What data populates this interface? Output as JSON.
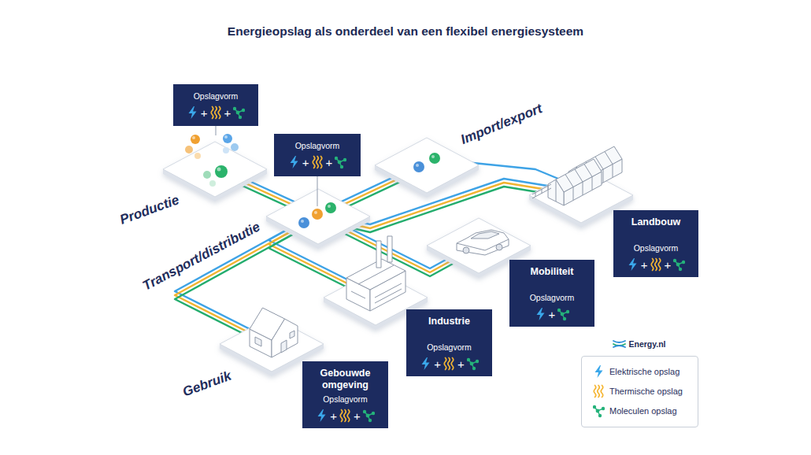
{
  "diagram": {
    "title": "Energieopslag als onderdeel van een flexibel energiesysteem",
    "nodes": [
      {
        "text": [
          "Opslagvorm",
          "+",
          "+"
        ]
      },
      {
        "text": [
          "Opslagvorm",
          "+",
          "+"
        ]
      },
      {
        "text": [
          "Landbouw",
          "Opslagvorm",
          "+",
          "+"
        ]
      },
      {
        "text": [
          "Mobiliteit",
          "Opslagvorm",
          "+"
        ]
      },
      {
        "text": [
          "Industrie",
          "Opslagvorm",
          "+",
          "+"
        ]
      },
      {
        "text": [
          "Gebouwde omgeving",
          "Opslagvorm",
          "+",
          "+"
        ]
      }
    ],
    "labels": [
      "Import/export",
      "Productie",
      "Transport/distributie",
      "Gebruik",
      "Energy.nl"
    ],
    "legend": [
      {
        "text": "Elektrische opslag"
      },
      {
        "text": "Thermische opslag"
      },
      {
        "text": "Moleculen opslag"
      }
    ]
  }
}
